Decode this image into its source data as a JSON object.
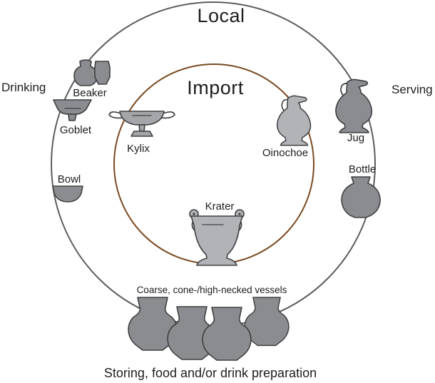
{
  "diagram": {
    "outer_group": {
      "title": "Local"
    },
    "inner_group": {
      "title": "Import"
    },
    "side_labels": {
      "left": "Drinking",
      "right": "Serving"
    },
    "local_vessels": {
      "beaker": "Beaker",
      "goblet": "Goblet",
      "bowl": "Bowl",
      "jug": "Jug",
      "bottle": "Bottle"
    },
    "import_vessels": {
      "kylix": "Kylix",
      "oinochoe": "Oinochoe",
      "krater": "Krater"
    },
    "bottom": {
      "group_label": "Coarse, cone-/high-necked vessels",
      "caption": "Storing, food and/or drink preparation"
    },
    "colors": {
      "local_ring": "#5b5c5e",
      "import_ring": "#7a4a21",
      "local_title": "#414042",
      "import_text": "#7b4a1d",
      "label_text": "#1d1d1f",
      "vessel_gray": "#8a8c8f",
      "vessel_mid": "#a4a6a9",
      "vessel_light": "#b1b3b6",
      "outline": "#3f4042"
    }
  }
}
